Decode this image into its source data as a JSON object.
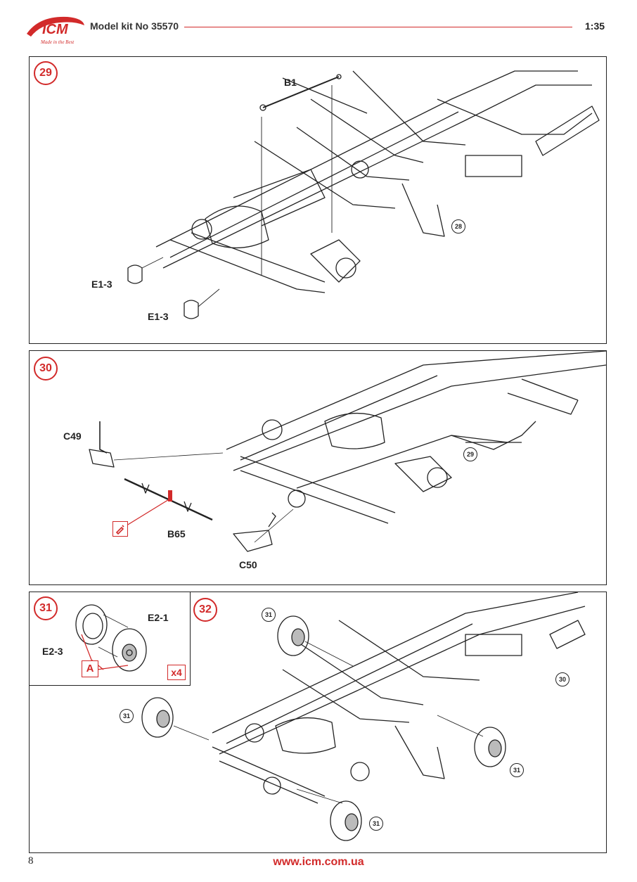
{
  "header": {
    "logo_text": "ICM",
    "logo_tagline": "Made in the Best",
    "kit_number": "Model kit No 35570",
    "scale": "1:35",
    "brand_color": "#d22a2a"
  },
  "steps": [
    {
      "number": "29",
      "previous_step_ref": "28",
      "parts": [
        "B1",
        "E1-3",
        "E1-3"
      ]
    },
    {
      "number": "30",
      "previous_step_ref": "29",
      "parts": [
        "C49",
        "B65",
        "C50"
      ],
      "icons": [
        "glue-icon"
      ]
    },
    {
      "number": "31",
      "parts": [
        "E2-1",
        "E2-3"
      ],
      "paint_ref": "A",
      "quantity": "x4"
    },
    {
      "number": "32",
      "previous_step_ref": "30",
      "wheel_refs": [
        "31",
        "31",
        "31",
        "31"
      ]
    }
  ],
  "footer": {
    "page_number": "8",
    "url": "www.icm.com.ua"
  }
}
